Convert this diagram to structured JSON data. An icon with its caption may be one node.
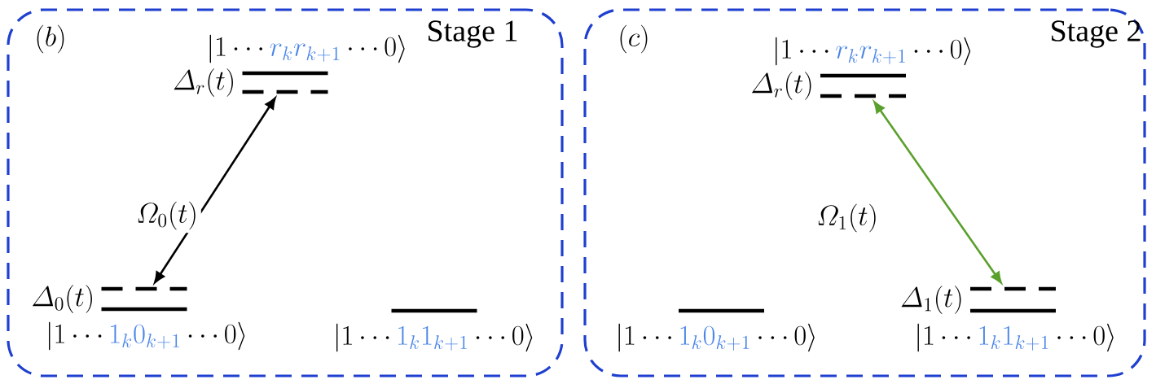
{
  "diagram": {
    "nodes": [
      {
        "text": [
          "(b)",
          "Stage 1"
        ]
      },
      {
        "text": [
          "|1\\cdots{\\color[HTML]{4A86E8}r_kr_{k+1}}\\cdots0\\rangle",
          "\\varDelta_r(t)"
        ],
        "in": 0
      },
      {
        "text": [
          "\\varDelta_0(t)",
          "|1\\cdots{\\color[HTML]{4A86E8}1_k0_{k+1}}\\cdots0\\rangle"
        ],
        "in": 0
      },
      {
        "text": [
          "|1\\cdots{\\color[HTML]{4A86E8}1_k1_{k+1}}\\cdots0\\rangle"
        ],
        "in": 0
      },
      {
        "text": [
          "(c)",
          "Stage 2"
        ]
      },
      {
        "text": [
          "|1\\cdots{\\color[HTML]{4A86E8}r_kr_{k+1}}\\cdots0\\rangle",
          "\\varDelta_r(t)"
        ],
        "in": 4
      },
      {
        "text": [
          "|1\\cdots{\\color[HTML]{4A86E8}1_k0_{k+1}}\\cdots0\\rangle"
        ],
        "in": 4
      },
      {
        "text": [
          "\\varDelta_1(t)",
          "|1\\cdots{\\color[HTML]{4A86E8}1_k1_{k+1}}\\cdots0\\rangle"
        ],
        "in": 4
      }
    ],
    "edges": [
      {
        "from": 2,
        "to": 1,
        "arrow": "both",
        "label": "\\varOmega_0(t)"
      },
      {
        "from": 5,
        "to": 7,
        "arrow": "both",
        "label": "\\varOmega_1(t)",
        "color": "#5aa02c"
      }
    ]
  }
}
